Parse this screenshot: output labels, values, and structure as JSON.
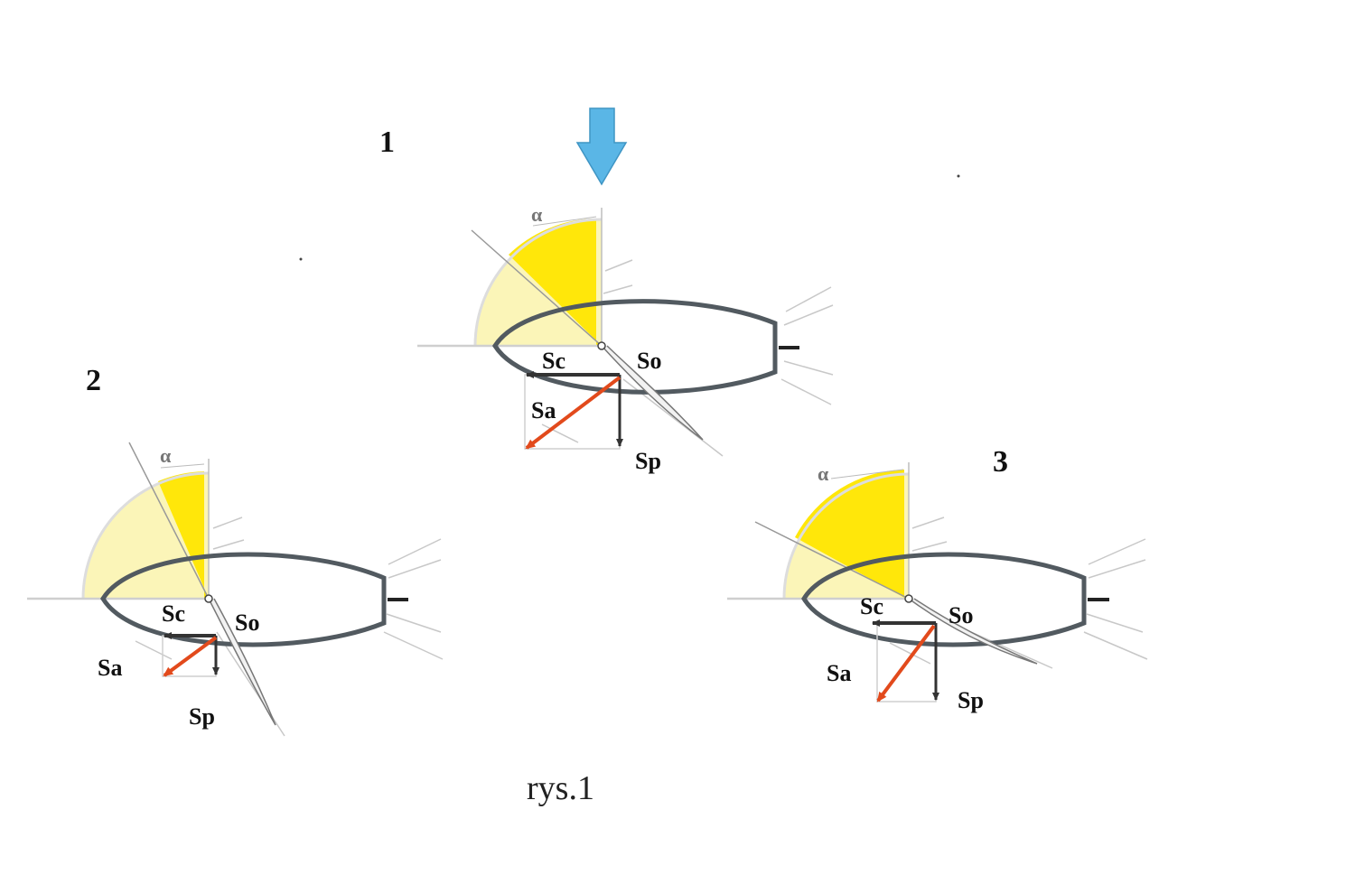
{
  "caption": "rys.1",
  "colors": {
    "sector_light": "#fbf5b8",
    "sector_dark": "#ffe70a",
    "hull": "#525a60",
    "vector": "#333333",
    "resultant": "#e24a1c",
    "arrow": "#5ab6e6",
    "guide": "#bfbfbf"
  },
  "boats": [
    {
      "number": "1",
      "alpha": "α",
      "labels": {
        "sc": "Sc",
        "so": "So",
        "sa": "Sa",
        "sp": "Sp"
      }
    },
    {
      "number": "2",
      "alpha": "α",
      "labels": {
        "sc": "Sc",
        "so": "So",
        "sa": "Sa",
        "sp": "Sp"
      }
    },
    {
      "number": "3",
      "alpha": "α",
      "labels": {
        "sc": "Sc",
        "so": "So",
        "sa": "Sa",
        "sp": "Sp"
      }
    }
  ],
  "indicator": {
    "icon": "down-arrow-icon",
    "points_to_boat": "1"
  }
}
